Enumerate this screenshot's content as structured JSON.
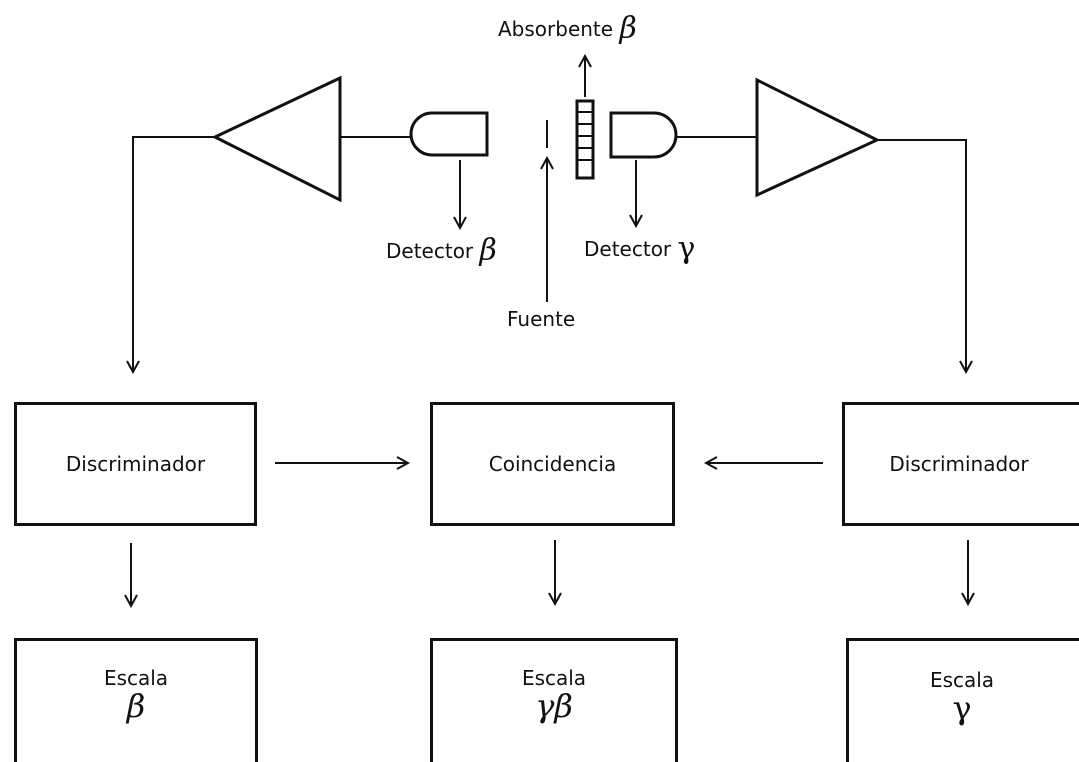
{
  "labels": {
    "absorber": "Absorbente",
    "absorber_symbol": "β",
    "detector_beta": "Detector",
    "detector_beta_symbol": "β",
    "detector_gamma": "Detector",
    "detector_gamma_symbol": "γ",
    "source": "Fuente"
  },
  "boxes": {
    "discriminator_left": "Discriminador",
    "coincidence": "Coincidencia",
    "discriminator_right": "Discriminador",
    "scale_beta_title": "Escala",
    "scale_beta_symbol": "β",
    "scale_gammabeta_title": "Escala",
    "scale_gammabeta_symbol": "γβ",
    "scale_gamma_title": "Escala",
    "scale_gamma_symbol": "γ"
  },
  "colors": {
    "stroke": "#111111",
    "background": "#ffffff"
  }
}
